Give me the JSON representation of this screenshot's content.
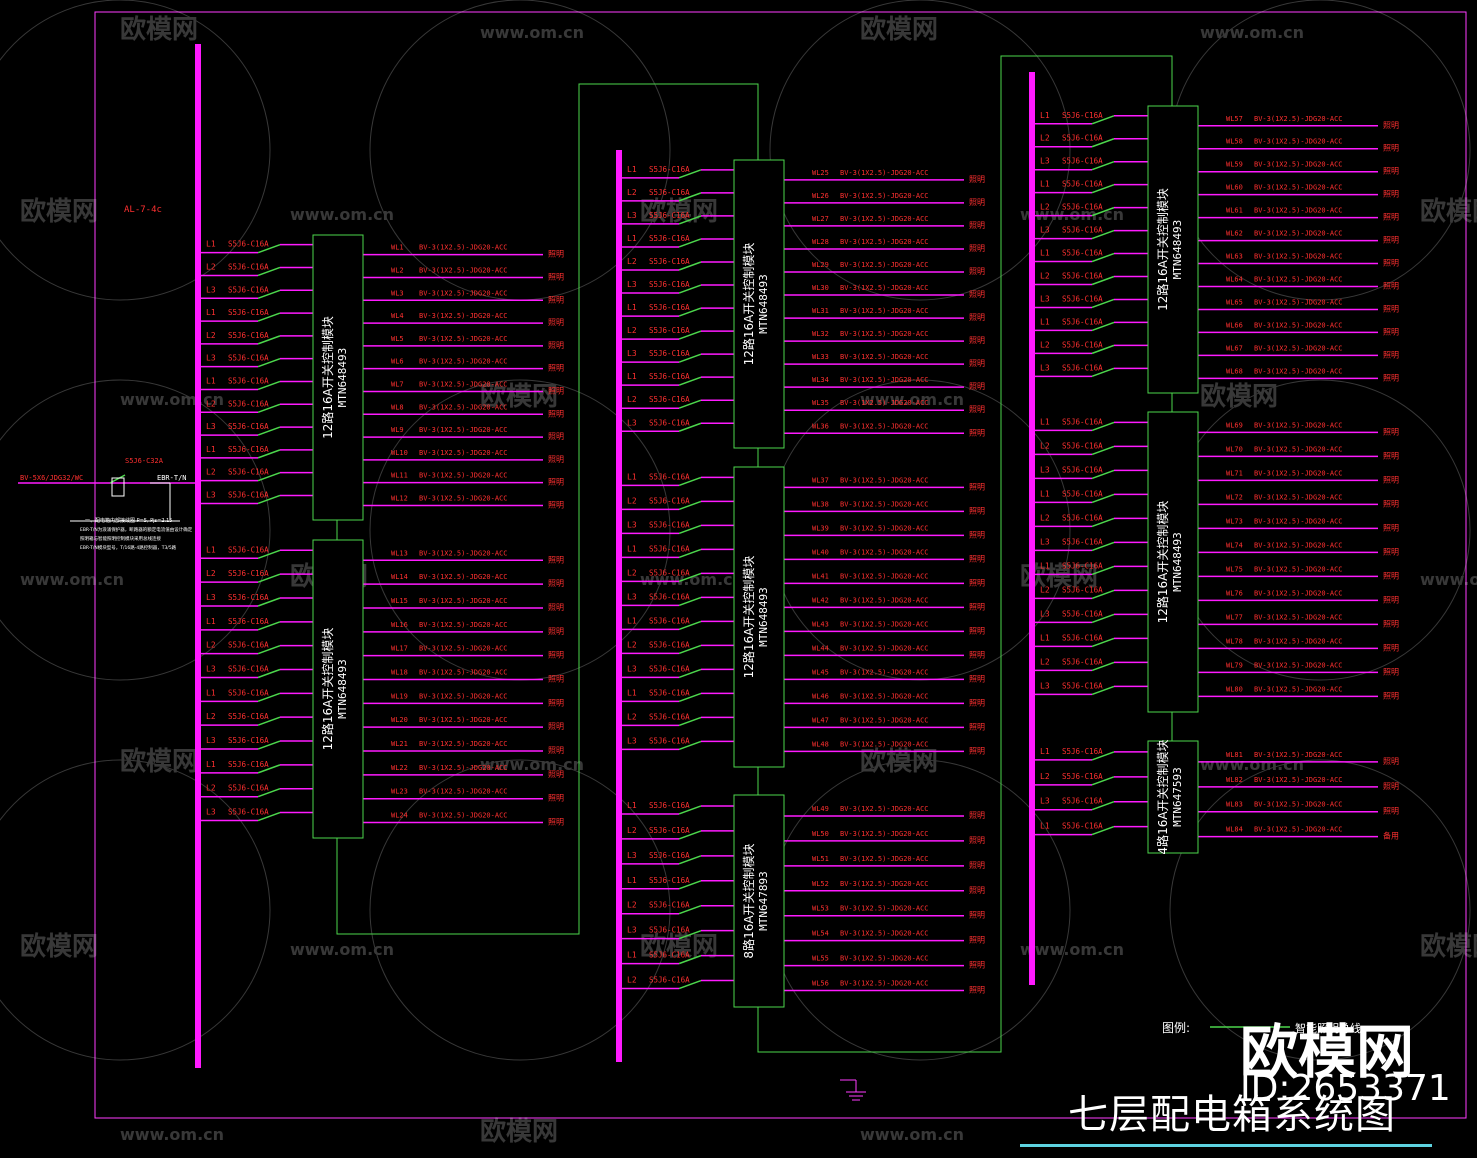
{
  "panel_label": "AL-7-4c",
  "incoming": {
    "cable": "BV-5X6/JDG32/WC",
    "breaker": "S5J6-C32A",
    "spd": "EBR-T/N",
    "notes": [
      "一、配电箱内部接线图 P=5, Pjs=2.15",
      "EBR-T/N为浪涌保护器，断路器的额定电流值由设计确定",
      "照明箱与智能照明控制模块采用总线连接",
      "EBR-T/N模块型号，T/16路-4路控制器，T3/5路"
    ]
  },
  "modules": [
    {
      "line1": "12路16A开关控制模块",
      "line2": "MTN648493"
    },
    {
      "line1": "12路16A开关控制模块",
      "line2": "MTN648493"
    },
    {
      "line1": "12路16A开关控制模块",
      "line2": "MTN648493"
    },
    {
      "line1": "12路16A开关控制模块",
      "line2": "MTN648493"
    },
    {
      "line1": "8路16A开关控制模块",
      "line2": "MTN647893"
    },
    {
      "line1": "12路16A开关控制模块",
      "line2": "MTN648493"
    },
    {
      "line1": "12路16A开关控制模块",
      "line2": "MTN648493"
    },
    {
      "line1": "4路16A开关控制模块",
      "line2": "MTN647593"
    }
  ],
  "breaker_label": "S5J6-C16A",
  "cable_spec": "BV-3(1X2.5)-JDG20-ACC",
  "load_label": "照明",
  "spare_label": "备用",
  "phases": [
    "L1",
    "L2",
    "L3"
  ],
  "circuits_col1_first": [
    "WL1",
    "WL3",
    "WL4",
    "WL5",
    "WL6",
    "WL7",
    "WL8",
    "WL9",
    "WL10",
    "WL11",
    "WL12"
  ],
  "legend": {
    "label": "图例:",
    "item": "智能照明总线"
  },
  "title": "七层配电箱系统图",
  "logo": "欧模网",
  "logo_id": "ID:2653371",
  "watermark_text": "欧模网",
  "watermark_url": "www.om.cn"
}
